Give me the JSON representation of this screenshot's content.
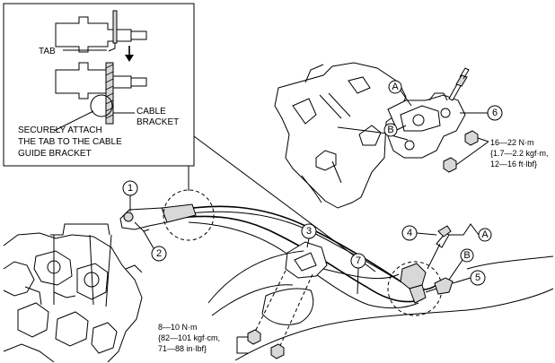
{
  "detail": {
    "tab_label": "TAB",
    "cable_bracket_label_line1": "CABLE",
    "cable_bracket_label_line2": "BRACKET",
    "instruction_line1": "SECURELY ATTACH",
    "instruction_line2": "THE TAB TO THE CABLE",
    "instruction_line3": "GUIDE BRACKET"
  },
  "callouts": {
    "c1": "1",
    "c2": "2",
    "c3": "3",
    "c4": "4",
    "c5": "5",
    "c6": "6",
    "c7": "7",
    "cA_top": "A",
    "cB_top": "B",
    "cA_right": "A",
    "cB_right": "B"
  },
  "torque_specs": {
    "shifter": {
      "line1": "16—22 N·m",
      "line2": "{1.7—2.2 kgf·m,",
      "line3": "12—16 ft·lbf}"
    },
    "bracket": {
      "line1": "8—10 N·m",
      "line2": "{82—101 kgf·cm,",
      "line3": "71—88 in·lbf}"
    }
  }
}
